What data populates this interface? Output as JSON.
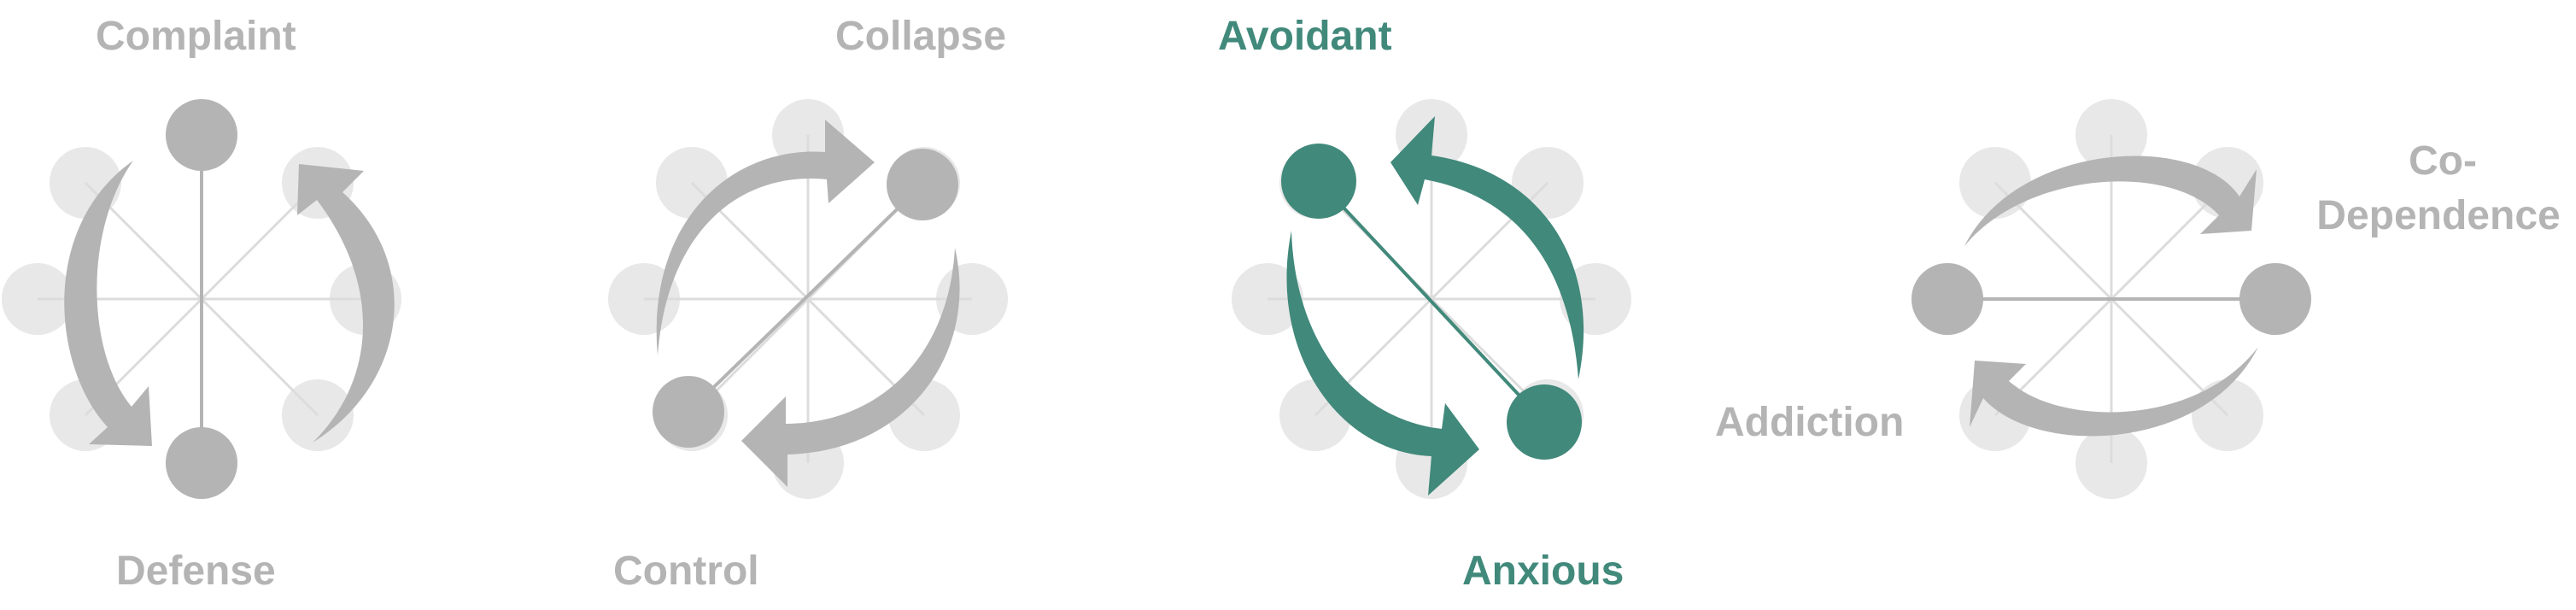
{
  "colors": {
    "muted_text": "#b4b4b4",
    "accent": "#41897b",
    "node": "#b4b4b4",
    "ghost_node": "#e8e8e8",
    "spoke": "#dcdcdc",
    "arrow": "#b4b4b4"
  },
  "diagrams": [
    {
      "id": "d1",
      "highlight": false,
      "labels": {
        "top": "Complaint",
        "bottom": "Defense"
      }
    },
    {
      "id": "d2",
      "highlight": false,
      "labels": {
        "top": "Collapse",
        "bottom": "Control"
      }
    },
    {
      "id": "d3",
      "highlight": true,
      "labels": {
        "top": "Avoidant",
        "bottom": "Anxious"
      }
    },
    {
      "id": "d4",
      "highlight": false,
      "labels": {
        "right_line1": "Co-",
        "right_line2": "Dependence",
        "left": "Addiction"
      }
    }
  ]
}
